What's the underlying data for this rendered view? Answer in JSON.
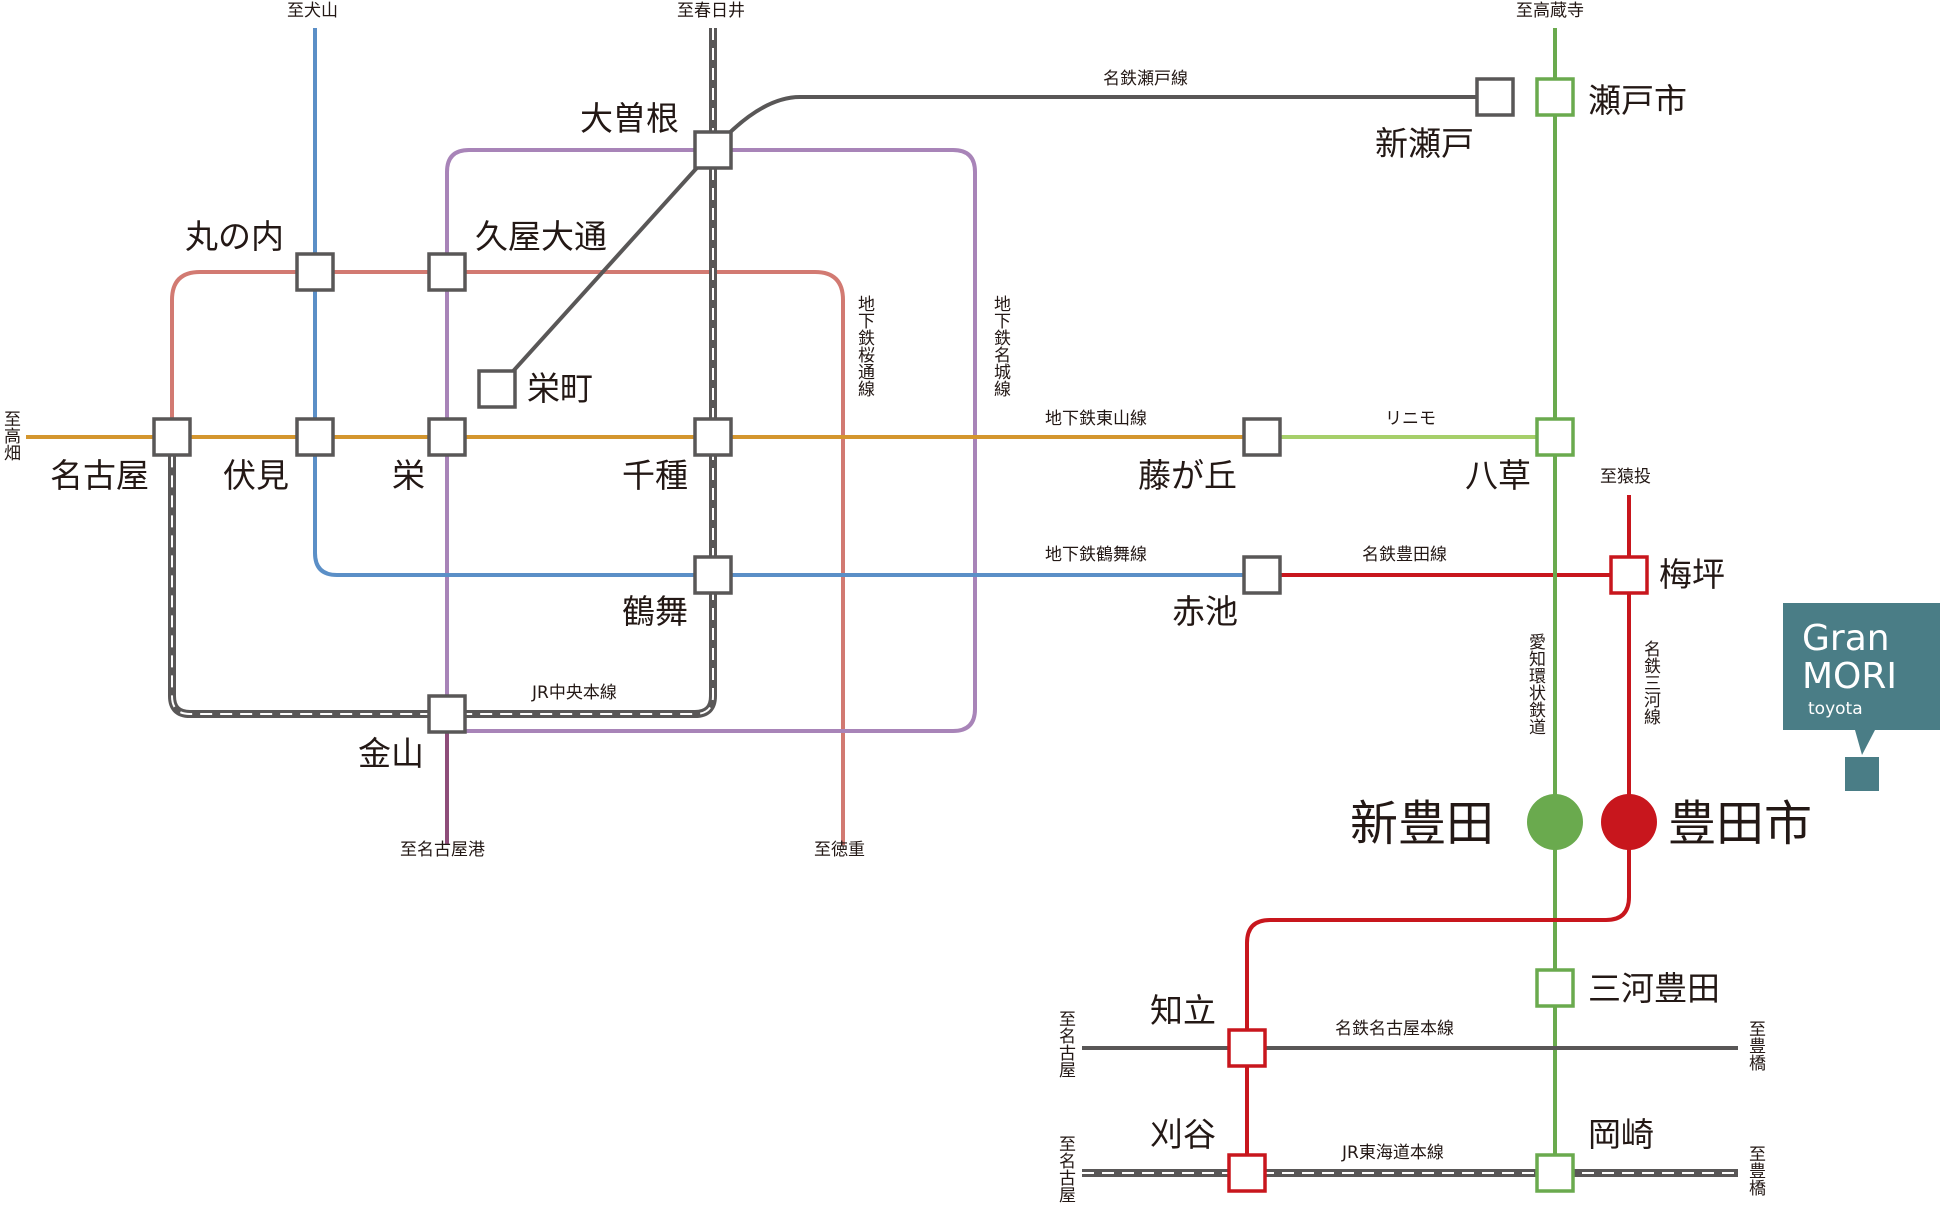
{
  "colors": {
    "higashiyama": "#d4962e",
    "tsurumai": "#5b8fc7",
    "sakuradori": "#d27a72",
    "meijo": "#a884b8",
    "meitetsu_seto": "#595757",
    "jr": "#595757",
    "linimo": "#a6cf6a",
    "aichi_loop": "#6aaa4e",
    "meitetsu_red": "#c8161d",
    "meitetsu_nagoya_honsen": "#595757",
    "portside_purple": "#8e4d7a",
    "granmori": "#4a7d86",
    "station_stroke": "#595757"
  },
  "stations": {
    "ozone": "大曽根",
    "marunouchi": "丸の内",
    "hisaya": "久屋大通",
    "sakaemachi": "栄町",
    "nagoya": "名古屋",
    "fushimi": "伏見",
    "sakae": "栄",
    "chikusa": "千種",
    "tsurumai": "鶴舞",
    "kanayama": "金山",
    "shinseto": "新瀬戸",
    "setoshi": "瀬戸市",
    "fujigaoka": "藤が丘",
    "yakusa": "八草",
    "akaike": "赤池",
    "umetsubo": "梅坪",
    "shintoyota": "新豊田",
    "toyotashi": "豊田市",
    "chiryu": "知立",
    "kariya": "刈谷",
    "mikawatoyota": "三河豊田",
    "okazaki": "岡崎"
  },
  "lines": {
    "meitetsu_seto": "名鉄瀬戸線",
    "higashiyama": "地下鉄東山線",
    "linimo": "リニモ",
    "tsurumai": "地下鉄鶴舞線",
    "meitetsu_toyota": "名鉄豊田線",
    "jr_chuo": "JR中央本線",
    "sakuradori": "地下鉄桜通線",
    "meijo": "地下鉄名城線",
    "aichi_loop": "愛知環状鉄道",
    "meitetsu_mikawa": "名鉄三河線",
    "meitetsu_nagoya_honsen": "名鉄名古屋本線",
    "jr_tokaido": "JR東海道本線"
  },
  "directions": {
    "inuyama": "至犬山",
    "kasugai": "至春日井",
    "kozoji": "至高蔵寺",
    "takabata": "至高畑",
    "sanage": "至猿投",
    "nagoyako": "至名古屋港",
    "tokushige": "至徳重",
    "nagoya_1": "至名古屋",
    "toyohashi_1": "至豊橋",
    "nagoya_2": "至名古屋",
    "toyohashi_2": "至豊橋"
  },
  "logo": {
    "line1": "Gran",
    "line2": "MORI",
    "line3": "toyota"
  }
}
